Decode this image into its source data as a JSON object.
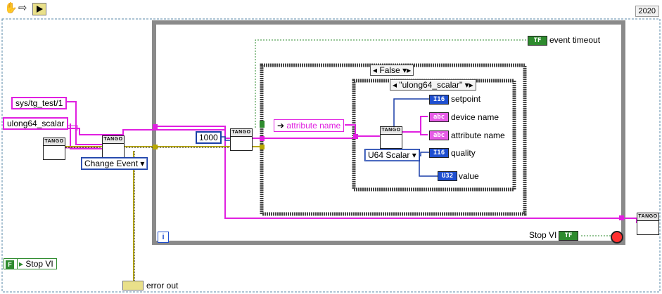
{
  "toolbar": {
    "hand_icon": "hand-icon",
    "arrow_icon": "arrow-right-icon",
    "run_icon": "run-icon",
    "version": "2020"
  },
  "inputs": {
    "device": "sys/tg_test/1",
    "attribute": "ulong64_scalar",
    "event_type": "Change Event",
    "timeout": "1000",
    "stop_vi_default": "F",
    "stop_vi_label": "Stop VI"
  },
  "case_structure": {
    "outer_selector": "False",
    "inner_selector": "\"ulong64_scalar\"",
    "attribute_name_label": "attribute name",
    "type_enum": "U64 Scalar"
  },
  "indicators": [
    {
      "type": "I16",
      "label": "setpoint"
    },
    {
      "type": "abc",
      "label": "device name"
    },
    {
      "type": "abc",
      "label": "attribute name"
    },
    {
      "type": "I16",
      "label": "quality"
    },
    {
      "type": "U32",
      "label": "value"
    }
  ],
  "outputs": {
    "event_timeout_label": "event timeout",
    "stop_vi_label": "Stop VI",
    "tf": "TF",
    "error_out_label": "error out",
    "iteration": "i"
  },
  "vi_header": "TANGO",
  "colors": {
    "string_wire": "#e020e0",
    "numeric_wire": "#1a3fa8",
    "boolean_wire": "#2e8b2e",
    "error_wire": "#b8a800",
    "loop_frame": "#8a8a8a",
    "case_frame": "#5a5a5a"
  }
}
